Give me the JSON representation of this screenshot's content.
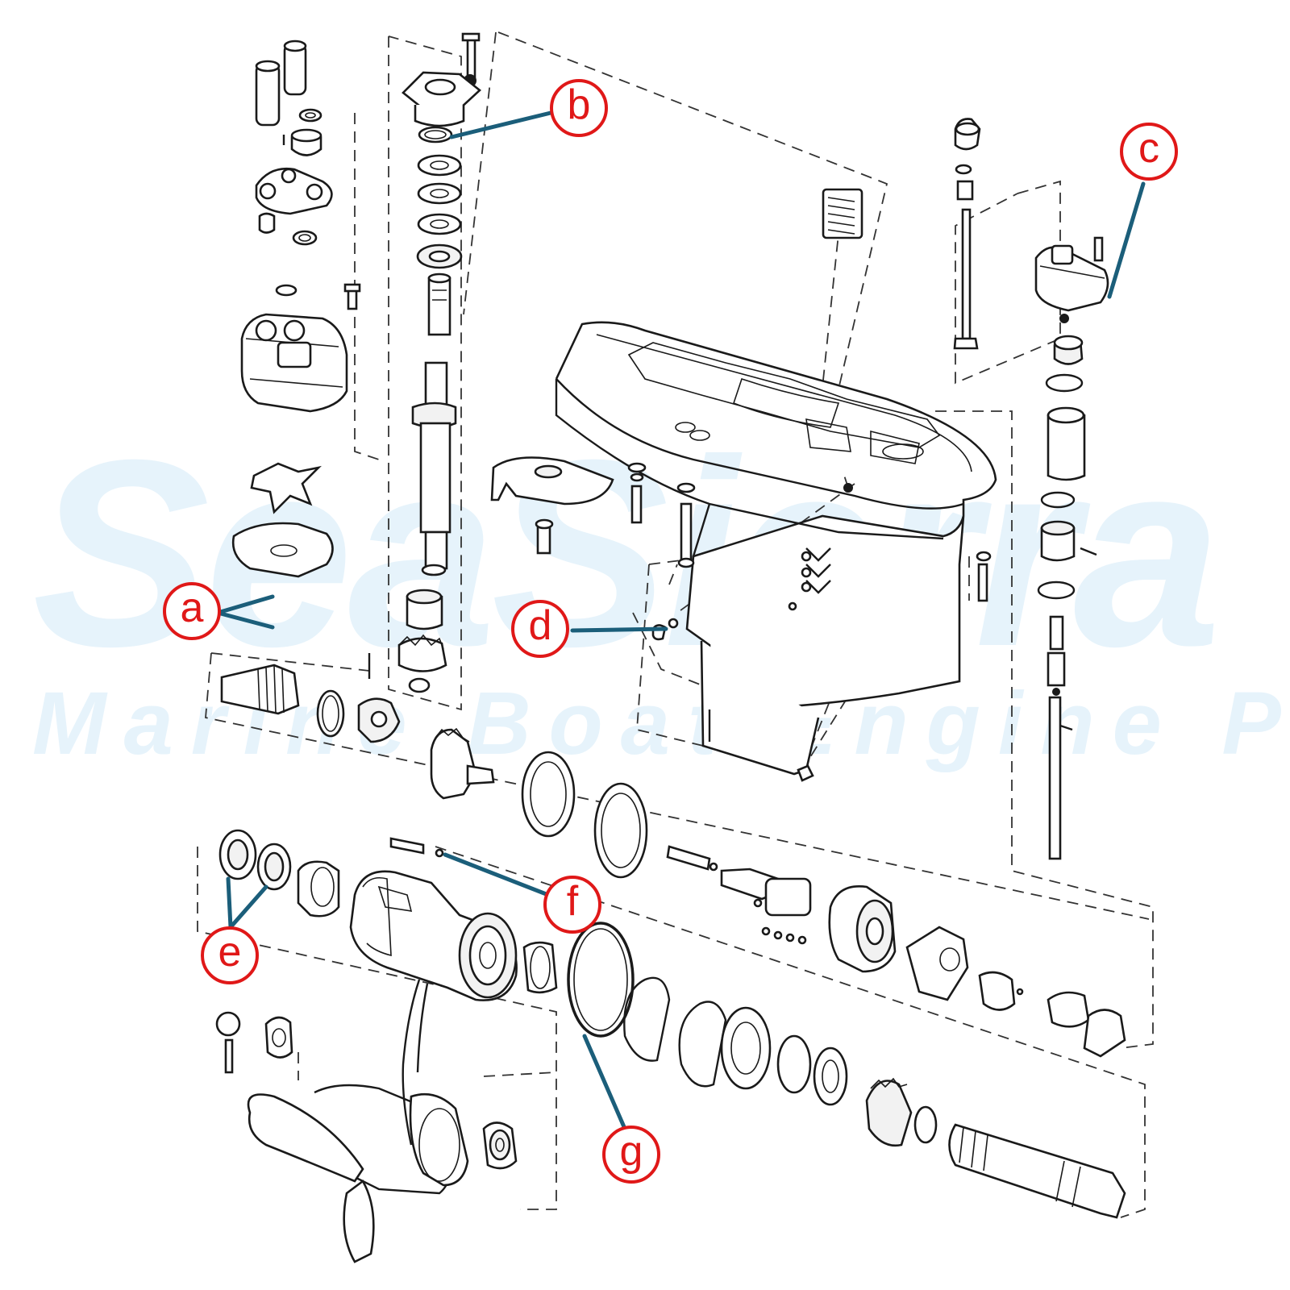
{
  "watermark": {
    "brand": "SeaSierra",
    "tagline": "Marine Boat Engine Parts",
    "color": "#e6f3fb"
  },
  "colors": {
    "callout_ring": "#e01818",
    "leader_line": "#1b5e7a",
    "drawing": "#1a1a1a"
  },
  "callouts": [
    {
      "id": "a",
      "label": "a"
    },
    {
      "id": "b",
      "label": "b"
    },
    {
      "id": "c",
      "label": "c"
    },
    {
      "id": "d",
      "label": "d"
    },
    {
      "id": "e",
      "label": "e"
    },
    {
      "id": "f",
      "label": "f"
    },
    {
      "id": "g",
      "label": "g"
    }
  ]
}
